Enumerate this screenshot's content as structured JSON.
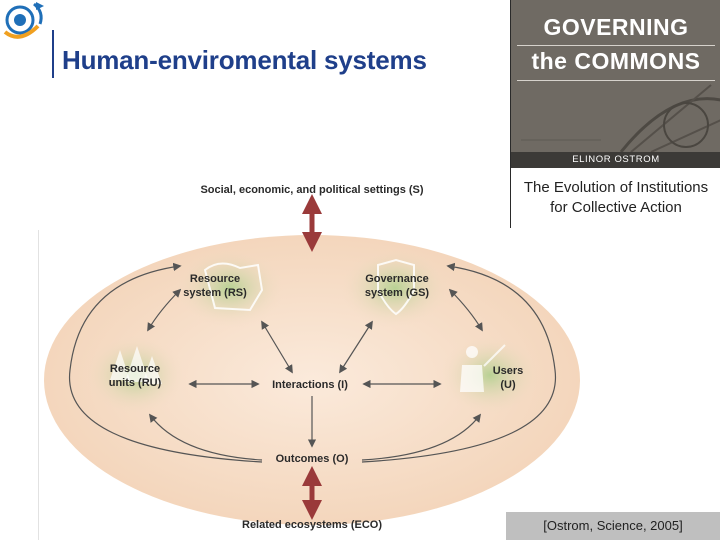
{
  "title": "Human-enviromental systems",
  "book": {
    "title_line1": "GOVERNING",
    "title_line2": "the COMMONS",
    "author": "ELINOR OSTROM",
    "subtitle_line1": "The Evolution of Institutions",
    "subtitle_line2": "for Collective Action"
  },
  "diagram": {
    "settings": "Social, economic, and political settings (S)",
    "rs_line1": "Resource",
    "rs_line2": "system (RS)",
    "gs_line1": "Governance",
    "gs_line2": "system (GS)",
    "ru_line1": "Resource",
    "ru_line2": "units (RU)",
    "users_line1": "Users",
    "users_line2": "(U)",
    "interactions": "Interactions (I)",
    "outcomes": "Outcomes (O)",
    "eco": "Related ecosystems (ECO)"
  },
  "citation": "[Ostrom, Science, 2005]",
  "colors": {
    "title": "#1f3f8a",
    "ellipse_fill": "#f5dcc6",
    "node_fill": "#cfe0b4",
    "arrow": "#9a3a3a",
    "book_cover": "#6f6a63"
  }
}
